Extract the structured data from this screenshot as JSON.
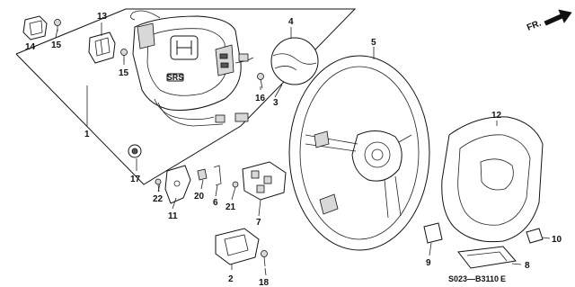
{
  "diagram": {
    "callouts": [
      {
        "id": "c1",
        "text": "1"
      },
      {
        "id": "c2",
        "text": "2"
      },
      {
        "id": "c3",
        "text": "3"
      },
      {
        "id": "c4",
        "text": "4"
      },
      {
        "id": "c5",
        "text": "5"
      },
      {
        "id": "c6",
        "text": "6"
      },
      {
        "id": "c7",
        "text": "7"
      },
      {
        "id": "c8",
        "text": "8"
      },
      {
        "id": "c9",
        "text": "9"
      },
      {
        "id": "c10",
        "text": "10"
      },
      {
        "id": "c11",
        "text": "11"
      },
      {
        "id": "c12",
        "text": "12"
      },
      {
        "id": "c13",
        "text": "13"
      },
      {
        "id": "c14",
        "text": "14"
      },
      {
        "id": "c15a",
        "text": "15"
      },
      {
        "id": "c15b",
        "text": "15"
      },
      {
        "id": "c16",
        "text": "16"
      },
      {
        "id": "c17",
        "text": "17"
      },
      {
        "id": "c18",
        "text": "18"
      },
      {
        "id": "c20",
        "text": "20"
      },
      {
        "id": "c21",
        "text": "21"
      },
      {
        "id": "c22",
        "text": "22"
      }
    ],
    "direction_label": "FR.",
    "diagram_code": "S023—B3110",
    "diagram_code_suffix": "E",
    "logo_text": "SRS"
  }
}
